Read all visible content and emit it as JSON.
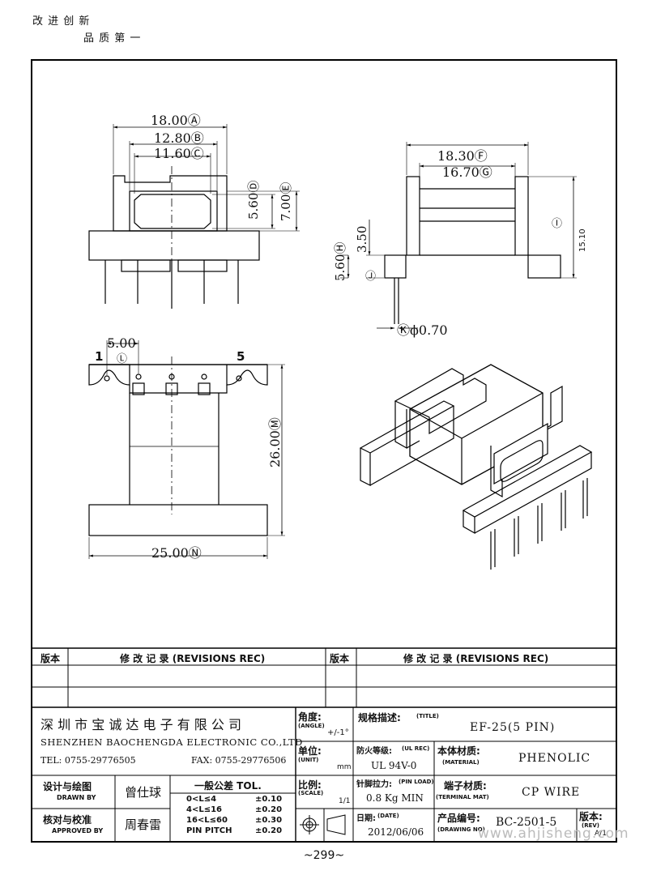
{
  "header": {
    "slogan_line1": "改 进 创 新",
    "slogan_line2": "品 质 第 一"
  },
  "dimensions": {
    "front_width_a": "18.00Ⓐ",
    "front_width_b": "12.80Ⓑ",
    "front_width_c": "11.60Ⓒ",
    "front_height_d": "5.60Ⓓ",
    "front_height_e": "7.00Ⓔ",
    "side_width_f": "18.30Ⓕ",
    "side_width_g": "16.70Ⓖ",
    "side_height_i": "Ⓘ",
    "side_total_height": "15.10",
    "side_flange_height": "3.50",
    "side_base_h": "5.60Ⓗ",
    "side_base_j": "Ⓙ",
    "pin_diameter": "Ⓚϕ0.70",
    "pin_pitch": "5.00",
    "pin_pitch_tag": "Ⓛ",
    "pin_first": "1",
    "pin_last": "5",
    "top_height_m": "26.00Ⓜ",
    "top_width_n": "25.00Ⓝ"
  },
  "revisions": {
    "left_ver_label": "版本",
    "left_rec_label": "修  改  记  录  (REVISIONS REC)",
    "right_ver_label": "版本",
    "right_rec_label": "修  改  记  录  (REVISIONS REC)"
  },
  "title_block": {
    "company_cn": "深 圳 市 宝 诚 达 电 子 有 限 公 司",
    "company_en": "SHENZHEN BAOCHENGDA ELECTRONIC CO.,LTD",
    "tel": "TEL: 0755-29776505",
    "fax": "FAX: 0755-29776506",
    "angle_label": "角度:",
    "angle_sub": "(ANGLE)",
    "angle_value": "+/-1°",
    "unit_label": "单位:",
    "unit_sub": "(UNIT)",
    "unit_value": "mm",
    "title_label": "规格描述:",
    "title_sub": "(TITLE)",
    "title_value": "EF-25(5 PIN)",
    "ul_label": "防火等级:",
    "ul_sub": "(UL REC)",
    "ul_value": "UL 94V-0",
    "material_label": "本体材质:",
    "material_sub": "(MATERIAL)",
    "material_value": "PHENOLIC",
    "designer_label": "设计与绘图",
    "designer_sub": "DRAWN BY",
    "designer_name": "曾仕球",
    "approver_label": "核对与校准",
    "approver_sub": "APPROVED BY",
    "approver_name": "周春雷",
    "tol_title": "一般公差 TOL.",
    "tol_rows": [
      {
        "range": "0<L≤4",
        "value": "±0.10"
      },
      {
        "range": "4<L≤16",
        "value": "±0.20"
      },
      {
        "range": "16<L≤60",
        "value": "±0.30"
      },
      {
        "range": "PIN PITCH",
        "value": "±0.20"
      }
    ],
    "scale_label": "比例:",
    "scale_sub": "(SCALE)",
    "scale_value": "1/1",
    "pin_load_label": "针脚拉力:",
    "pin_load_sub": "(PIN LOAD)",
    "pin_load_value": "0.8 Kg MIN",
    "terminal_label": "端子材质:",
    "terminal_sub": "(TERMINAL MAT)",
    "terminal_value": "CP WIRE",
    "date_label": "日期:",
    "date_sub": "(DATE)",
    "date_value": "2012/06/06",
    "drawing_no_label": "产品编号:",
    "drawing_no_sub": "(DRAWING NO)",
    "drawing_no_value": "BC-2501-5",
    "rev_label": "版本:",
    "rev_sub": "(REV)",
    "rev_value": "A/1"
  },
  "footer": {
    "page": "~299~",
    "watermark": "www.ahjisheng.com"
  }
}
